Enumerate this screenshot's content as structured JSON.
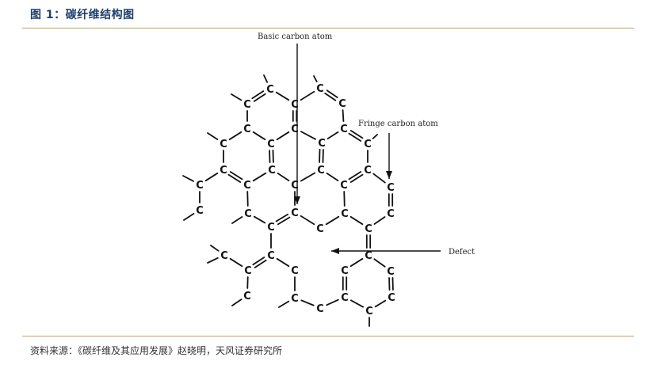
{
  "figure_title": "图 1：碳纤维结构图",
  "source_note": "资料来源：《碳纤维及其应用发展》赵晓明，天风证券研究所",
  "diagram": {
    "atom_symbol": "C",
    "labels": {
      "basic_carbon_atom": "Basic carbon atom",
      "fringe_carbon_atom": "Fringe carbon atom",
      "defect": "Defect"
    }
  },
  "colors": {
    "title": "#1f3f6b",
    "rule": "#c9a15a",
    "ink": "#111111"
  }
}
